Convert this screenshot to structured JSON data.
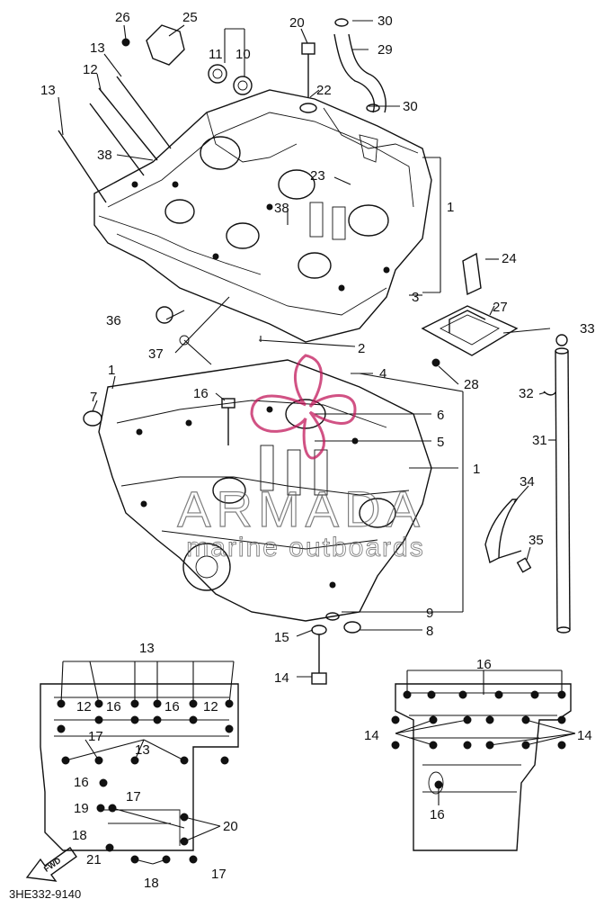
{
  "figure_code": "3HE332-9140",
  "watermark": {
    "brand": "ARMADA",
    "tagline": "marine outboards",
    "color": "#c2185b"
  },
  "fwd_label": "FWD",
  "callouts": {
    "c26": "26",
    "c25": "25",
    "c11": "11",
    "c10": "10",
    "c20": "20",
    "c30a": "30",
    "c29": "29",
    "c30b": "30",
    "c22": "22",
    "c13a": "13",
    "c12a": "12",
    "c13b": "13",
    "c38a": "38",
    "c23": "23",
    "c1a": "1",
    "c38b": "38",
    "c24": "24",
    "c3": "3",
    "c27": "27",
    "c36": "36",
    "c33": "33",
    "c2": "2",
    "c37": "37",
    "c4": "4",
    "c28": "28",
    "c1b": "1",
    "c7": "7",
    "c16a": "16",
    "c32": "32",
    "c6": "6",
    "c5": "5",
    "c31": "31",
    "c1c": "1",
    "c34": "34",
    "c35": "35",
    "c9": "9",
    "c15": "15",
    "c8": "8",
    "c14a": "14",
    "d13a": "13",
    "d12a": "12",
    "d16a": "16",
    "d16b": "16",
    "d12b": "12",
    "d17a": "17",
    "d13b": "13",
    "d16c": "16",
    "d17b": "17",
    "d19": "19",
    "d18a": "18",
    "d20": "20",
    "d21": "21",
    "d18b": "18",
    "d17c": "17",
    "e16a": "16",
    "e14a": "14",
    "e14b": "14",
    "e16b": "16"
  }
}
